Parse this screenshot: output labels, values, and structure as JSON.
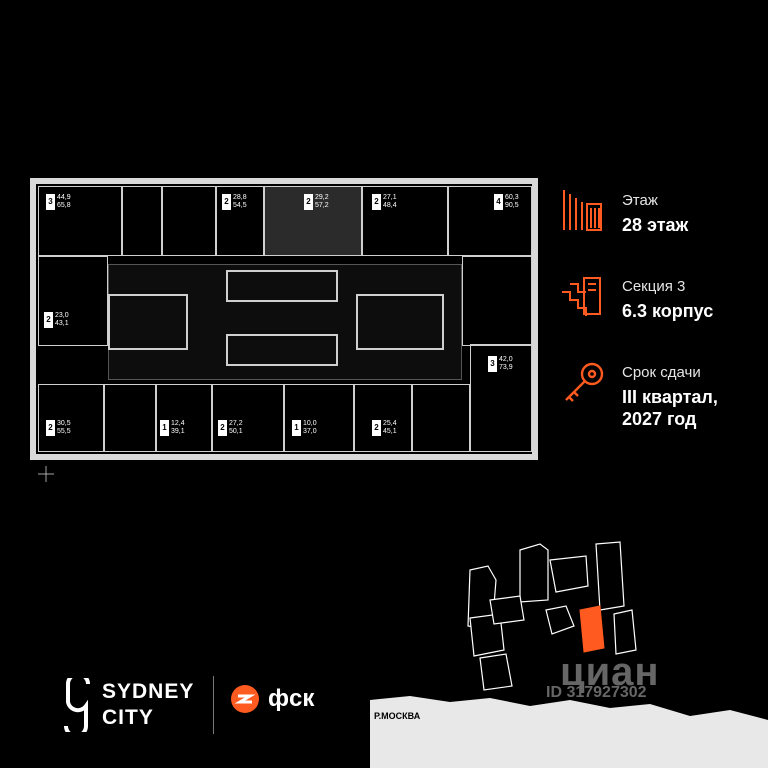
{
  "plan": {
    "apartments": [
      {
        "rooms": "3",
        "area_living": "44,9",
        "area_total": "65,8"
      },
      {
        "rooms": "2",
        "area_living": "28,8",
        "area_total": "54,5"
      },
      {
        "rooms": "2",
        "area_living": "29,2",
        "area_total": "57,2"
      },
      {
        "rooms": "2",
        "area_living": "27,1",
        "area_total": "48,4"
      },
      {
        "rooms": "4",
        "area_living": "60,3",
        "area_total": "90,5"
      },
      {
        "rooms": "2",
        "area_living": "23,0",
        "area_total": "43,1"
      },
      {
        "rooms": "3",
        "area_living": "42,0",
        "area_total": "73,9"
      },
      {
        "rooms": "2",
        "area_living": "30,5",
        "area_total": "55,5"
      },
      {
        "rooms": "1",
        "area_living": "12,4",
        "area_total": "39,1"
      },
      {
        "rooms": "2",
        "area_living": "27,2",
        "area_total": "50,1"
      },
      {
        "rooms": "1",
        "area_living": "10,0",
        "area_total": "37,0"
      },
      {
        "rooms": "2",
        "area_living": "25,4",
        "area_total": "45,1"
      }
    ]
  },
  "info": {
    "floor_label": "Этаж",
    "floor_value": "28 этаж",
    "section_label": "Секция 3",
    "section_value": "6.3 корпус",
    "deadline_label": "Срок сдачи",
    "deadline_line1": "III квартал,",
    "deadline_line2": "2027 год",
    "accent_color": "#ff5a1f"
  },
  "brand": {
    "sydney_line1": "SYDNEY",
    "sydney_line2": "CITY",
    "developer": "фск"
  },
  "map": {
    "river_label": "Р.МОСКВА"
  },
  "watermark": {
    "brand": "циан",
    "id": "ID 317927302"
  }
}
